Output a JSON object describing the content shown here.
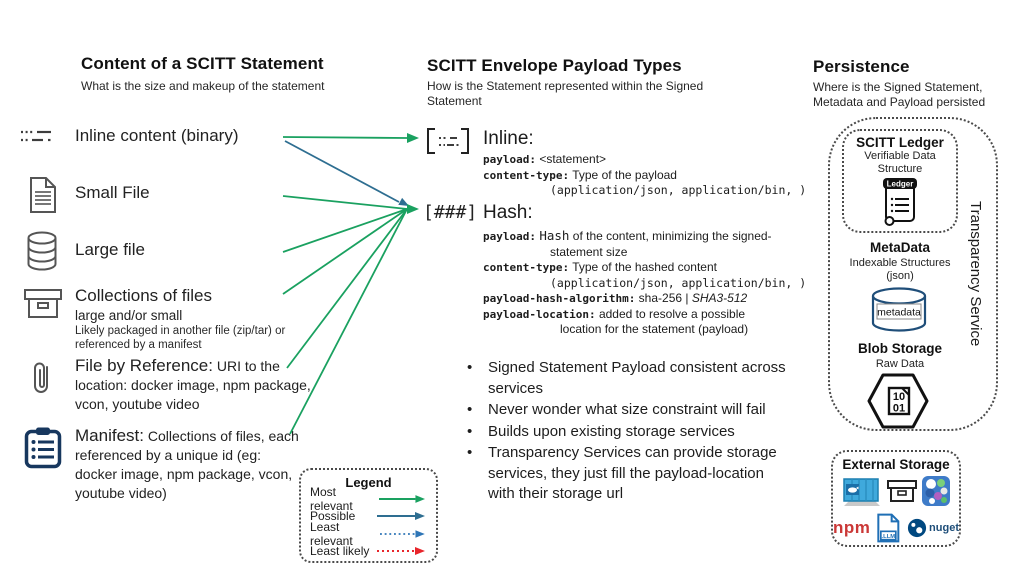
{
  "colors": {
    "green": "#1AA160",
    "steel_blue": "#2E6E91",
    "dotted_blue": "#2E75B6",
    "red": "#E8252B",
    "navy": "#17375E",
    "metadata_blue": "#1F4E79",
    "npm_red": "#CB3837",
    "nuget_blue": "#004880",
    "docker_blue": "#3FA9DC",
    "llm_blue": "#1F6FB5"
  },
  "content": {
    "title": "Content of a SCITT Statement",
    "subtitle": "What is the size and makeup of the statement",
    "items": [
      {
        "icon": "binary-dashes-icon",
        "label": "Inline content (binary)"
      },
      {
        "icon": "document-icon",
        "label": "Small File"
      },
      {
        "icon": "database-icon",
        "label": "Large file"
      },
      {
        "icon": "archive-box-icon",
        "label": "Collections of files",
        "sub1": "large and/or small",
        "sub2": "Likely packaged in another file (zip/tar) or referenced by a manifest"
      },
      {
        "icon": "paperclip-icon",
        "lead": "File by Reference:",
        "rest": " URI to the location: docker image, npm package, vcon, youtube video"
      },
      {
        "icon": "clipboard-icon",
        "lead": "Manifest:",
        "rest": " Collections of files, each referenced by a unique id (eg: docker image, npm package, vcon, youtube video)"
      }
    ]
  },
  "envelope": {
    "title": "SCITT Envelope Payload Types",
    "subtitle": "How is the Statement represented within the Signed Statement",
    "inline": {
      "heading": "Inline:",
      "payload_key": "payload:",
      "payload_val": "<statement>",
      "ct_key": "content-type:",
      "ct_val": "Type of the payload",
      "ct_paren": "(application/json, application/bin, )"
    },
    "hash": {
      "heading": "Hash:",
      "icon_text": "[###]",
      "payload_key": "payload:",
      "payload_word": "Hash",
      "payload_val": " of the content, minimizing the signed-",
      "payload_val_cont": "statement size",
      "ct_key": "content-type:",
      "ct_val": "Type of the hashed content",
      "ct_paren": "(application/json, application/bin, )",
      "alg_key": "payload-hash-algorithm:",
      "alg_val": "sha-256 | ",
      "alg_italic": "SHA3-512",
      "loc_key": "payload-location:",
      "loc_val": "added to resolve a possible",
      "loc_val_cont": "location for the statement (payload)"
    },
    "bullets": [
      "Signed Statement Payload consistent across services",
      "Never wonder what size constraint will fail",
      "Builds upon existing storage services",
      "Transparency Services can provide storage services, they just fill the payload-location with their storage url"
    ]
  },
  "persistence": {
    "title": "Persistence",
    "subtitle": "Where is the Signed Statement, Metadata and Payload persisted",
    "transparency_label": "Transparency Service",
    "ledger": {
      "title": "SCITT Ledger",
      "subtitle": "Verifiable Data Structure",
      "banner": "Ledger"
    },
    "metadata": {
      "title": "MetaData",
      "subtitle": "Indexable Structures (json)",
      "cylinder_label": "metadata"
    },
    "blob": {
      "title": "Blob Storage",
      "subtitle": "Raw Data",
      "hex_line1": "10",
      "hex_line2": "01"
    },
    "external": {
      "title": "External Storage",
      "npm": "npm",
      "llm": ".LLM",
      "nuget": "nuget"
    }
  },
  "legend": {
    "title": "Legend",
    "entries": [
      {
        "label": "Most relevant",
        "style": "solid",
        "color": "#1AA160"
      },
      {
        "label": "Possible",
        "style": "solid",
        "color": "#2E6E91"
      },
      {
        "label": "Least relevant",
        "style": "dotted",
        "color": "#2E75B6"
      },
      {
        "label": "Least likely",
        "style": "dotted",
        "color": "#E8252B"
      }
    ]
  }
}
